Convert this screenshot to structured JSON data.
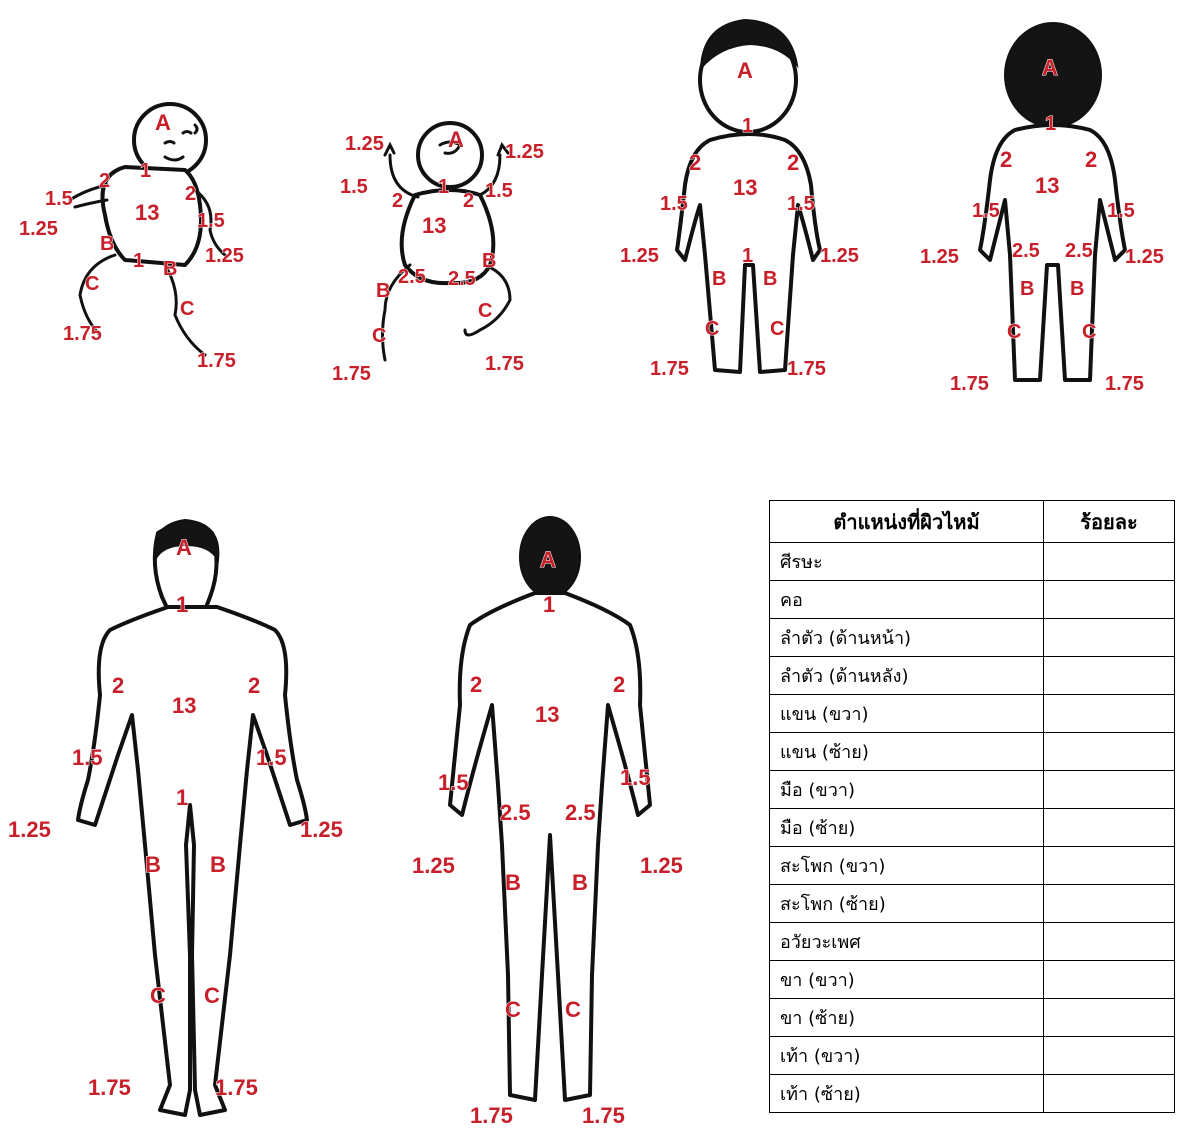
{
  "figures": {
    "infant_side": {
      "labels": [
        "A",
        "1",
        "2",
        "2",
        "1.5",
        "1.25",
        "13",
        "B",
        "1",
        "B",
        "C",
        "C",
        "1.75",
        "1.75",
        "1.5",
        "1.25"
      ]
    },
    "infant_back": {
      "labels": [
        "1.25",
        "A",
        "1.25",
        "1.5",
        "1",
        "1.5",
        "2",
        "2",
        "13",
        "2.5",
        "2.5",
        "B",
        "B",
        "C",
        "C",
        "1.75",
        "1.75"
      ]
    },
    "child_front": {
      "labels": [
        "A",
        "1",
        "2",
        "2",
        "13",
        "1.5",
        "1.5",
        "1.25",
        "1",
        "1.25",
        "B",
        "B",
        "C",
        "C",
        "1.75",
        "1.75"
      ]
    },
    "child_back": {
      "labels": [
        "A",
        "1",
        "2",
        "2",
        "13",
        "1.5",
        "1.5",
        "1.25",
        "2.5",
        "2.5",
        "1.25",
        "B",
        "B",
        "C",
        "C",
        "1.75",
        "1.75"
      ]
    },
    "adult_front": {
      "labels": [
        "A",
        "1",
        "2",
        "13",
        "2",
        "1.5",
        "1.5",
        "1",
        "1.25",
        "1.25",
        "B",
        "B",
        "C",
        "C",
        "1.75",
        "1.75"
      ]
    },
    "adult_back": {
      "labels": [
        "A",
        "1",
        "2",
        "13",
        "2",
        "1.5",
        "1.5",
        "2.5",
        "2.5",
        "1.25",
        "1.25",
        "B",
        "B",
        "C",
        "C",
        "1.75",
        "1.75"
      ]
    }
  },
  "table": {
    "headers": {
      "area": "ตำแหน่งที่ผิวไหม้",
      "percent": "ร้อยละ"
    },
    "rows": [
      {
        "area": "ศีรษะ",
        "percent": ""
      },
      {
        "area": "คอ",
        "percent": ""
      },
      {
        "area": "ลำตัว (ด้านหน้า)",
        "percent": ""
      },
      {
        "area": "ลำตัว (ด้านหลัง)",
        "percent": ""
      },
      {
        "area": "แขน (ขวา)",
        "percent": ""
      },
      {
        "area": "แขน (ซ้าย)",
        "percent": ""
      },
      {
        "area": "มือ (ขวา)",
        "percent": ""
      },
      {
        "area": "มือ (ซ้าย)",
        "percent": ""
      },
      {
        "area": "สะโพก (ขวา)",
        "percent": ""
      },
      {
        "area": "สะโพก (ซ้าย)",
        "percent": ""
      },
      {
        "area": "อวัยวะเพศ",
        "percent": ""
      },
      {
        "area": "ขา (ขวา)",
        "percent": ""
      },
      {
        "area": "ขา (ซ้าย)",
        "percent": ""
      },
      {
        "area": "เท้า (ขวา)",
        "percent": ""
      },
      {
        "area": "เท้า (ซ้าย)",
        "percent": ""
      }
    ]
  }
}
